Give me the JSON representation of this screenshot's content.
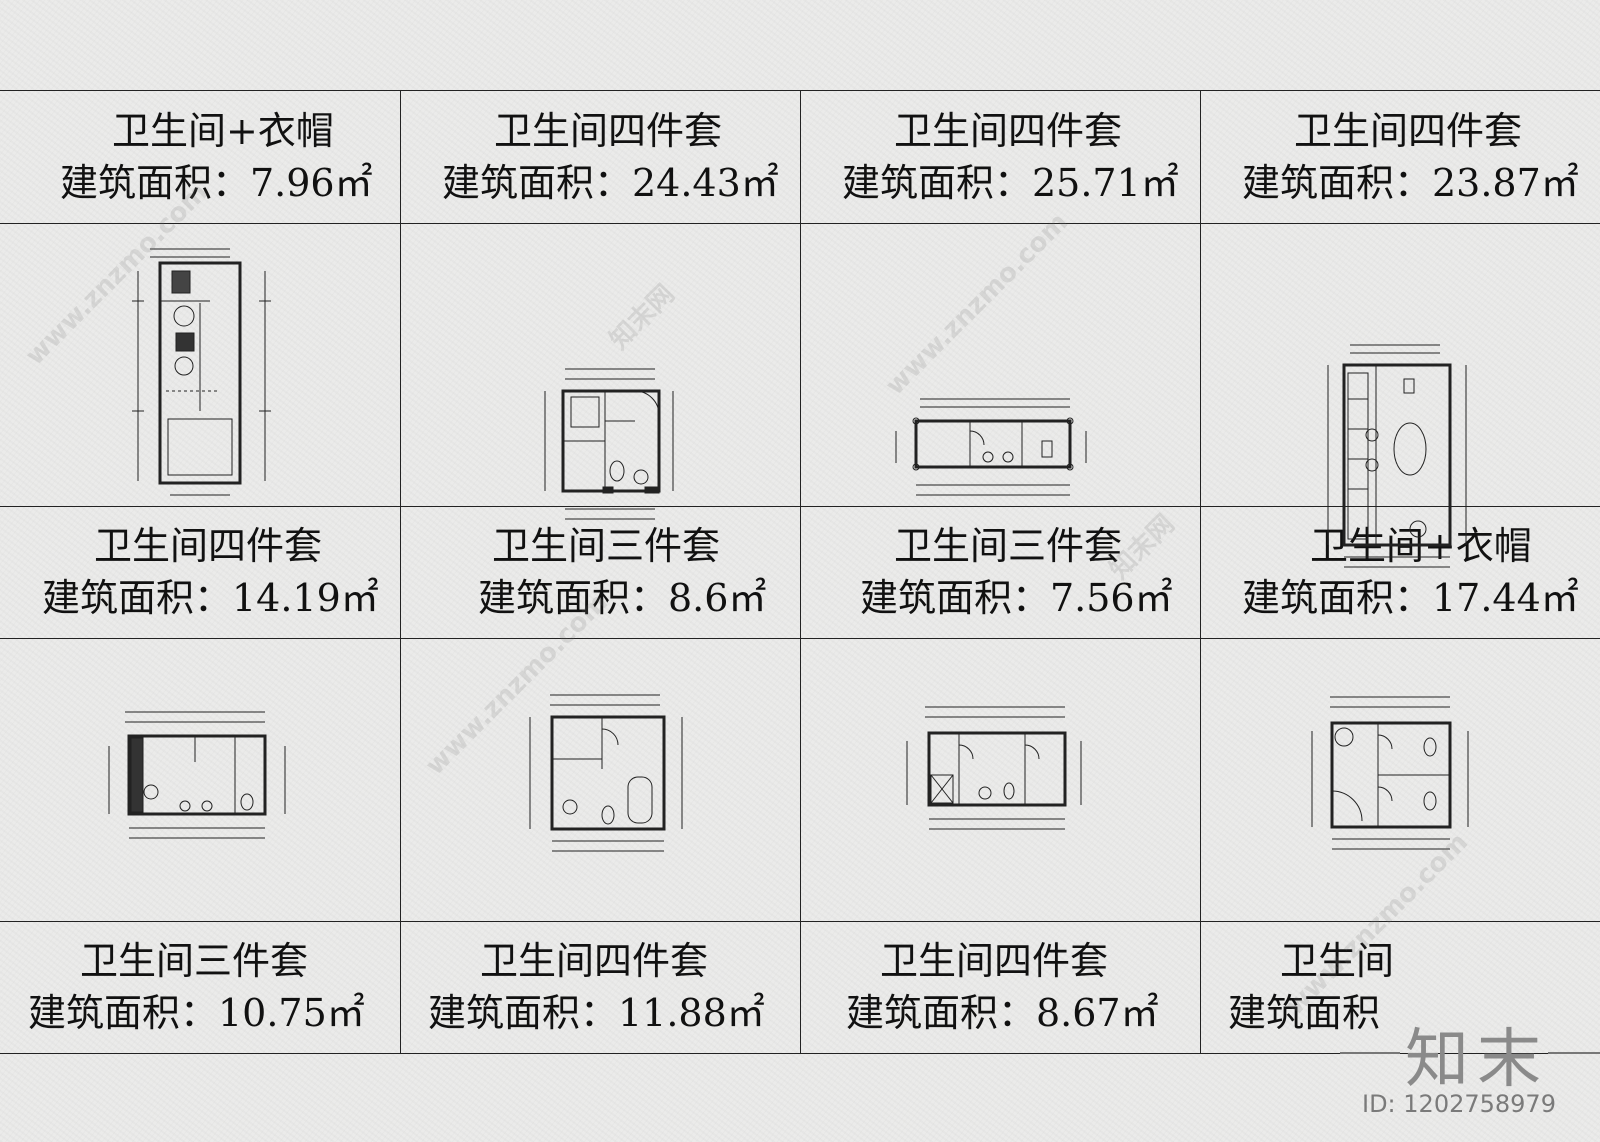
{
  "cells": [
    {
      "title": "卫生间+衣帽",
      "area": "建筑面积：7.96㎡"
    },
    {
      "title": "卫生间四件套",
      "area": "建筑面积：24.43㎡"
    },
    {
      "title": "卫生间四件套",
      "area": "建筑面积：25.71㎡"
    },
    {
      "title": "卫生间四件套",
      "area": "建筑面积：23.87㎡"
    },
    {
      "title": "卫生间四件套",
      "area": "建筑面积：14.19㎡"
    },
    {
      "title": "卫生间三件套",
      "area": "建筑面积：8.6㎡"
    },
    {
      "title": "卫生间三件套",
      "area": "建筑面积：7.56㎡"
    },
    {
      "title": "卫生间+衣帽",
      "area": "建筑面积：17.44㎡"
    },
    {
      "title": "卫生间三件套",
      "area": "建筑面积：10.75㎡"
    },
    {
      "title": "卫生间四件套",
      "area": "建筑面积：11.88㎡"
    },
    {
      "title": "卫生间四件套",
      "area": "建筑面积：8.67㎡"
    },
    {
      "title": "卫生间",
      "area": "建筑面积"
    }
  ],
  "watermark": {
    "logo": "知末",
    "id": "ID: 1202758979",
    "site": "www.znzmo.com",
    "brand": "知末网"
  }
}
